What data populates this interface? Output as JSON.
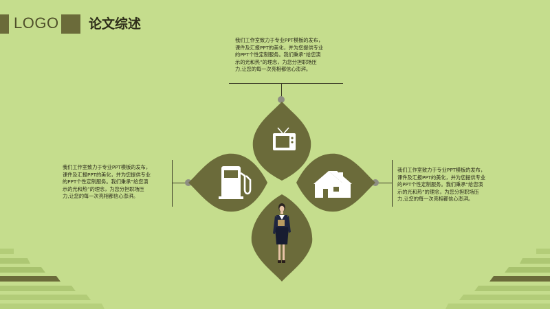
{
  "header": {
    "logo_text": "LOGO",
    "title": "论文综述"
  },
  "blocks": {
    "top": "我们工作室致力于专业PPT模板的发布，\n课件及汇报PPT的美化，并为您提供专业\n的PPT个性定制服务。我们秉承“给您演\n示的光和热”的理念，为您分担职场压\n力,让您的每一次亮相都信心澎湃。",
    "left": "我们工作室致力于专业PPT模板的发布，\n课件及汇报PPT的美化，并为您提供专业\n的PPT个性定制服务。我们秉承“给您演\n示的光和热”的理念，为您分担职场压\n力,让您的每一次亮相都信心澎湃。",
    "right": "我们工作室致力于专业PPT模板的发布，\n课件及汇报PPT的美化，并为您提供专业\n的PPT个性定制服务。我们秉承“给您演\n示的光和热”的理念，为您分担职场压\n力,让您的每一次亮相都信心澎湃。"
  },
  "icons": {
    "top": "tv-icon",
    "left": "fuel-pump-icon",
    "right": "house-icon",
    "bottom": "businesswoman-illustration"
  },
  "colors": {
    "background": "#c5dd8d",
    "accent_dark": "#6b6b3a",
    "connector_dot": "#8e8e82"
  }
}
